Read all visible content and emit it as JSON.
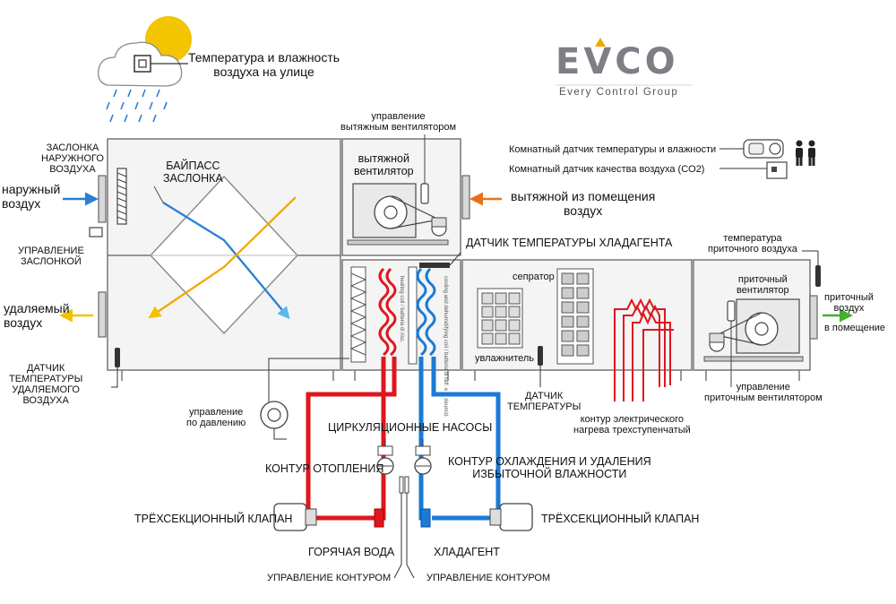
{
  "brand": {
    "logo_text": "EVCO",
    "tagline": "Every Control Group",
    "accent_color": "#f2a900",
    "logo_color": "#7d7f84"
  },
  "colors": {
    "hot": "#e0161e",
    "cold": "#1a7ad6",
    "fresh_arrow": "#2a7fd4",
    "exhaust_arrow": "#e8701c",
    "waste_arrow": "#f2c100",
    "supply_arrow": "#43b02a",
    "frame": "#777777",
    "fill": "#f4f4f4"
  },
  "labels": {
    "weather": "Температура и влажность\nвоздуха на улице",
    "outdoor_damper": "ЗАСЛОНКА\nНАРУЖНОГО\nВОЗДУХА",
    "outdoor_air": "наружный\nвоздух",
    "damper_control": "УПРАВЛЕНИЕ\nЗАСЛОНКОЙ",
    "exhaust_out": "удаляемый\nвоздух",
    "exhaust_temp_sensor": "ДАТЧИК\nТЕМПЕРАТУРЫ\nУДАЛЯЕМОГО\nВОЗДУХА",
    "bypass_damper": "БАЙПАСС\nЗАСЛОНКА",
    "exhaust_fan_control": "управление\nвытяжным вентилятором",
    "exhaust_fan": "вытяжной\nвентилятор",
    "room_sensor_temp_hum": "Комнатный датчик температуры и влажности",
    "room_sensor_co2": "Комнатный датчик качества воздуха (CO2)",
    "room_exhaust": "вытяжной из помещения\nвоздух",
    "refrigerant_temp_sensor": "ДАТЧИК ТЕМПЕРАТУРЫ ХЛАДАГЕНТА",
    "supply_air_temp": "температура\nприточного воздуха",
    "separator": "сепратор",
    "supply_fan": "приточный\nвентилятор",
    "supply_air_out": "приточный\nвоздух",
    "into_room": "в помещение",
    "humidifier": "увлажнитель",
    "temp_sensor": "ДАТЧИК\nТЕМПЕРАТУРЫ",
    "supply_fan_control": "управление\nприточным вентилятором",
    "pressure_control": "управление\nпо давлению",
    "circ_pumps": "ЦИРКУЛЯЦИОННЫЕ НАСОСЫ",
    "electric_heater": "контур электрического\nнагрева трехступенчатый",
    "heating_loop": "КОНТУР ОТОПЛЕНИЯ",
    "cooling_loop": "КОНТУР ОХЛАЖДЕНИЯ И УДАЛЕНИЯ\nИЗБЫТОЧНОЙ ВЛАЖНОСТИ",
    "three_way_valve_left": "ТРЁХСЕКЦИОННЫЙ КЛАПАН",
    "three_way_valve_right": "ТРЁХСЕКЦИОННЫЙ КЛАПАН",
    "hot_water": "ГОРЯЧАЯ ВОДА",
    "refrigerant": "ХЛАДАГЕНТ",
    "loop_control_left": "УПРАВЛЕНИЕ КОНТУРОМ",
    "loop_control_right": "УПРАВЛЕНИЕ КОНТУРОМ",
    "heating_coil_caption": "heating coil / batteria di risc.",
    "cooling_coil_caption": "cooling and dehumidifying coil / batteria di raff. e di deumid."
  }
}
